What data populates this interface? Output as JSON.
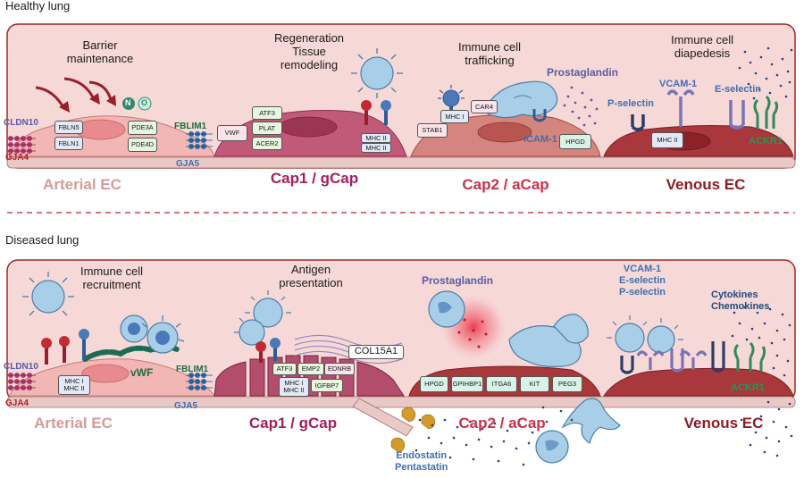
{
  "sections": {
    "healthy": "Healthy lung",
    "diseased": "Diseased lung"
  },
  "healthy": {
    "processes": {
      "barrier": "Barrier\nmaintenance",
      "regeneration": "Regeneration\nTissue\nremodeling",
      "trafficking": "Immune cell\ntrafficking",
      "diapedesis": "Immune cell\ndiapedesis"
    },
    "cells": {
      "arterial": "Arterial EC",
      "cap1": "Cap1 / gCap",
      "cap2": "Cap2 / aCap",
      "venous": "Venous EC"
    },
    "genes": {
      "fbln5": "FBLN5",
      "fbln1": "FBLN1",
      "pde3a": "PDE3A",
      "pde4d": "PDE4D",
      "vwf": "VWF",
      "atf3": "ATF3",
      "plat": "PLAT",
      "acer2": "ACER2",
      "mhc2a": "MHC II",
      "mhc2b": "MHC II",
      "stab1": "STAB1",
      "mhc1": "MHC I",
      "car4": "CAR4",
      "hpgd": "HPGD",
      "mhc2v": "MHC II"
    },
    "markers": {
      "cldn10": "CLDN10",
      "gja4": "GJA4",
      "fblim1": "FBLIM1",
      "gja5": "GJA5",
      "no_n": "N",
      "no_o": "O",
      "prostaglandin": "Prostaglandin",
      "icam1": "ICAM-1",
      "pselectin": "P-selectin",
      "vcam1": "VCAM-1",
      "eselectin": "E-selectin",
      "ackr1": "ACKR1"
    }
  },
  "diseased": {
    "processes": {
      "recruitment": "Immune cell\nrecruitment",
      "antigen": "Antigen\npresentation"
    },
    "cells": {
      "arterial": "Arterial EC",
      "cap1": "Cap1 / gCap",
      "cap2": "Cap2 / aCap",
      "venous": "Venous EC"
    },
    "genes": {
      "mhc_art": "MHC I\nMHC II",
      "atf3": "ATF3",
      "emp2": "EMP2",
      "ednrb": "EDNRB",
      "mhc_cap": "MHC I\nMHC II",
      "igfbp7": "IGFBP7",
      "col15a1": "COL15A1",
      "hpgd": "HPGD",
      "gpihbp1": "GPIHBP1",
      "itga6": "ITGA6",
      "kit": "KIT",
      "peg3": "PEG3"
    },
    "markers": {
      "cldn10": "CLDN10",
      "gja4": "GJA4",
      "vwf": "vWF",
      "fblim1": "FBLIM1",
      "gja5": "GJA5",
      "prostaglandin": "Prostaglandin",
      "endostatin": "Endostatin\nPentastatin",
      "selectins": "VCAM-1\nE-selectin\nP-selectin",
      "cytokines": "Cytokines\nChemokines",
      "ackr1": "ACKR1"
    }
  },
  "colors": {
    "panel_fill": "#f6d9d6",
    "panel_stroke": "#a0282c",
    "arterial_title": "#d79a9a",
    "cap1_title": "#a31f5e",
    "cap2_title": "#c8334a",
    "venous_title": "#8c1c23",
    "cell_blue": "#a9cfe8",
    "divider": "#b52531"
  }
}
